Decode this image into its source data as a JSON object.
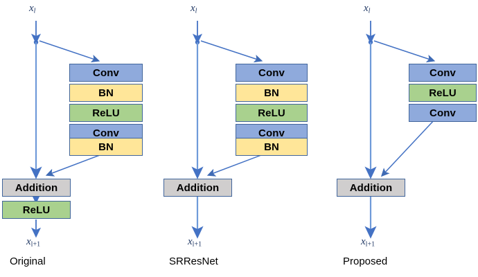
{
  "figure": {
    "type": "diagram",
    "subject": "residual block architecture comparison",
    "colors": {
      "conv": "#8faadc",
      "bn": "#ffe699",
      "relu": "#a9d18e",
      "addition": "#d0cece",
      "arrow": "#4472c4",
      "border": "#41659b",
      "label_text": "#203864",
      "background": "#ffffff"
    }
  },
  "columns": [
    {
      "id": "original",
      "caption": "Original",
      "input_label": {
        "base": "x",
        "sub": "l"
      },
      "output_label": {
        "base": "x",
        "sub": "l+1"
      },
      "branch_blocks": [
        {
          "label": "Conv",
          "kind": "conv"
        },
        {
          "label": "BN",
          "kind": "bn"
        },
        {
          "label": "ReLU",
          "kind": "relu"
        },
        {
          "label": "Conv",
          "kind": "conv"
        },
        {
          "label": "BN",
          "kind": "bn"
        }
      ],
      "merge_block": {
        "label": "Addition",
        "kind": "addition"
      },
      "post_merge_blocks": [
        {
          "label": "ReLU",
          "kind": "relu"
        }
      ]
    },
    {
      "id": "srresnet",
      "caption": "SRResNet",
      "input_label": {
        "base": "x",
        "sub": "l"
      },
      "output_label": {
        "base": "x",
        "sub": "l+1"
      },
      "branch_blocks": [
        {
          "label": "Conv",
          "kind": "conv"
        },
        {
          "label": "BN",
          "kind": "bn"
        },
        {
          "label": "ReLU",
          "kind": "relu"
        },
        {
          "label": "Conv",
          "kind": "conv"
        },
        {
          "label": "BN",
          "kind": "bn"
        }
      ],
      "merge_block": {
        "label": "Addition",
        "kind": "addition"
      },
      "post_merge_blocks": []
    },
    {
      "id": "proposed",
      "caption": "Proposed",
      "input_label": {
        "base": "x",
        "sub": "l"
      },
      "output_label": {
        "base": "x",
        "sub": "l+1"
      },
      "branch_blocks": [
        {
          "label": "Conv",
          "kind": "conv"
        },
        {
          "label": "ReLU",
          "kind": "relu"
        },
        {
          "label": "Conv",
          "kind": "conv"
        }
      ],
      "merge_block": {
        "label": "Addition",
        "kind": "addition"
      },
      "post_merge_blocks": []
    }
  ]
}
